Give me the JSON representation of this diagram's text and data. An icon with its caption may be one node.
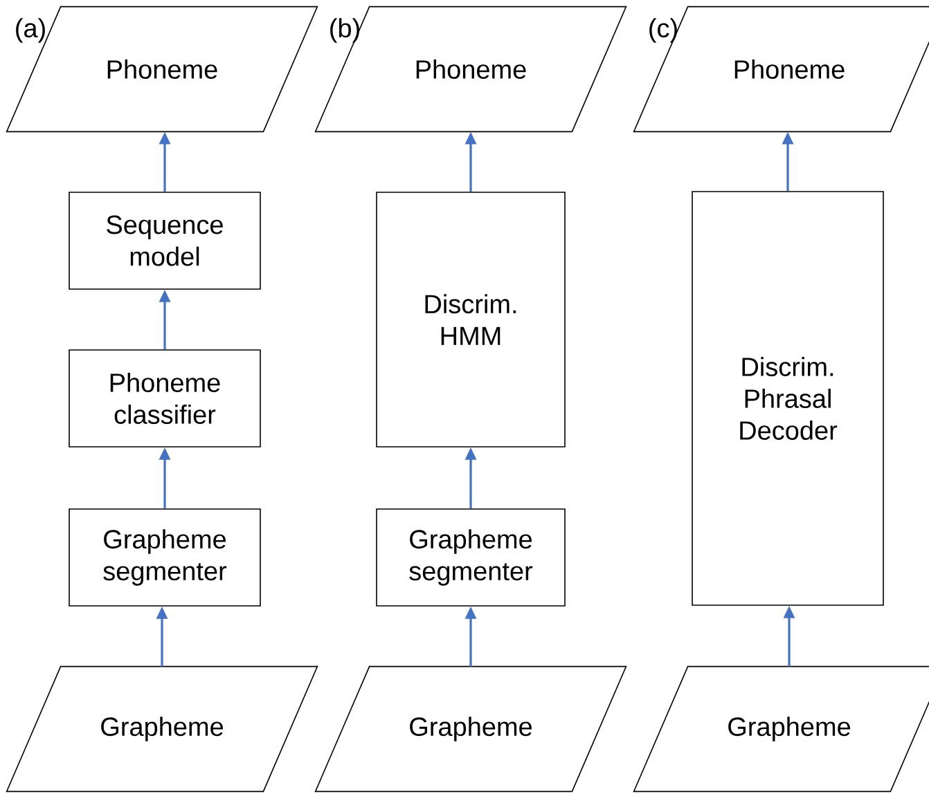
{
  "diagram": {
    "nodes": [
      {
        "text": [
          "Phoneme"
        ]
      },
      {
        "text": [
          "Sequence model"
        ]
      },
      {
        "text": [
          "Phoneme classifier"
        ]
      },
      {
        "text": [
          "Grapheme segmenter"
        ]
      },
      {
        "text": [
          "Grapheme"
        ]
      },
      {
        "text": [
          "Phoneme"
        ]
      },
      {
        "text": [
          "Discrim. HMM"
        ]
      },
      {
        "text": [
          "Grapheme segmenter"
        ]
      },
      {
        "text": [
          "Grapheme"
        ]
      },
      {
        "text": [
          "Phoneme"
        ]
      },
      {
        "text": [
          "Discrim. Phrasal Decoder"
        ]
      },
      {
        "text": [
          "Grapheme"
        ]
      }
    ],
    "edges": [
      {
        "from": 4,
        "to": 3,
        "arrow": "to"
      },
      {
        "from": 3,
        "to": 2,
        "arrow": "to"
      },
      {
        "from": 2,
        "to": 1,
        "arrow": "to"
      },
      {
        "from": 1,
        "to": 0,
        "arrow": "to"
      },
      {
        "from": 8,
        "to": 7,
        "arrow": "to"
      },
      {
        "from": 7,
        "to": 6,
        "arrow": "to"
      },
      {
        "from": 6,
        "to": 5,
        "arrow": "to"
      },
      {
        "from": 11,
        "to": 10,
        "arrow": "to"
      },
      {
        "from": 10,
        "to": 9,
        "arrow": "to"
      }
    ],
    "labels": [
      "(a)",
      "(b)",
      "(c)"
    ]
  }
}
